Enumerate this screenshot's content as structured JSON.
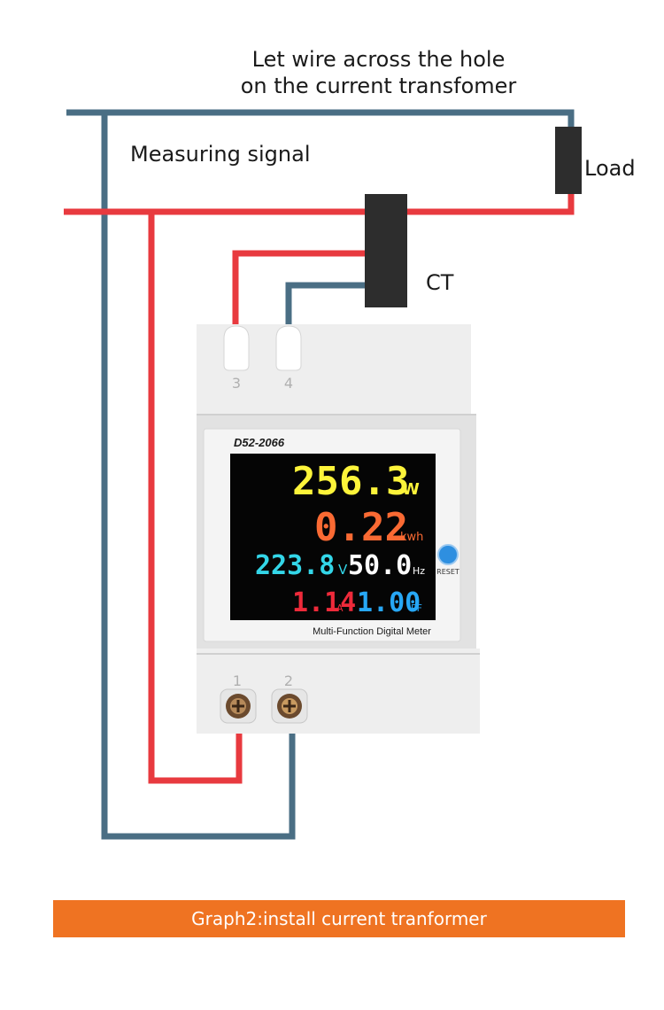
{
  "header": {
    "line1": "Let wire across the hole",
    "line2": "on the current transfomer"
  },
  "labels": {
    "measuring_signal": "Measuring signal",
    "load": "Load",
    "ct": "CT"
  },
  "meter": {
    "model": "D52-2066",
    "footer": "Multi-Function Digital Meter",
    "reset": "RESET",
    "terminals_top": [
      "3",
      "4"
    ],
    "terminals_bottom": [
      "1",
      "2"
    ],
    "display": {
      "power": {
        "value": "256.3",
        "unit": "W",
        "color": "#fdf43a"
      },
      "energy": {
        "value": "0.22",
        "unit": "kwh",
        "color": "#fa6a33"
      },
      "voltage": {
        "value": "223.8",
        "unit": "V",
        "color": "#33d6e8"
      },
      "frequency": {
        "value": "50.0",
        "unit": "Hz",
        "color": "#ffffff"
      },
      "current": {
        "value": "1.14",
        "unit": "A",
        "color": "#ee2a3a"
      },
      "power_factor": {
        "value": "1.00",
        "unit": "PF",
        "color": "#27a7f5"
      }
    }
  },
  "wire_colors": {
    "neutral_blue": "#4a6e84",
    "live_red": "#e83a3f"
  },
  "banner": {
    "text": "Graph2:install current tranformer",
    "color": "#ef7322"
  }
}
